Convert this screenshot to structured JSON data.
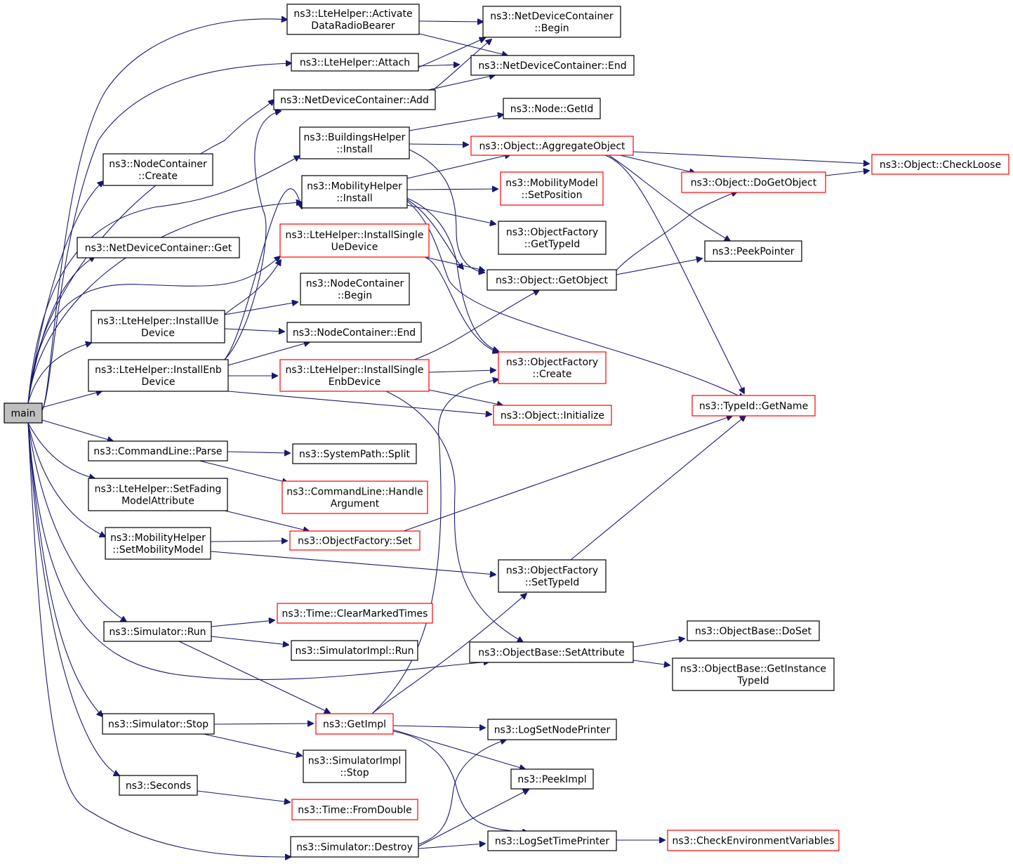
{
  "colors": {
    "edge": "#191970",
    "node_border": "#000000",
    "truncated_border": "#ff0000",
    "root_fill": "#bfbfbf",
    "background": "#ffffff"
  },
  "nodes": {
    "main": {
      "lines": [
        "main"
      ],
      "root": true
    },
    "activate": {
      "lines": [
        "ns3::LteHelper::Activate",
        "DataRadioBearer"
      ]
    },
    "attach": {
      "lines": [
        "ns3::LteHelper::Attach"
      ]
    },
    "ndc_add": {
      "lines": [
        "ns3::NetDeviceContainer::Add"
      ]
    },
    "ndc_begin": {
      "lines": [
        "ns3::NetDeviceContainer",
        "::Begin"
      ]
    },
    "ndc_end": {
      "lines": [
        "ns3::NetDeviceContainer::End"
      ]
    },
    "node_getid": {
      "lines": [
        "ns3::Node::GetId"
      ]
    },
    "bh_install": {
      "lines": [
        "ns3::BuildingsHelper",
        "::Install"
      ]
    },
    "nc_create": {
      "lines": [
        "ns3::NodeContainer",
        "::Create"
      ]
    },
    "agg": {
      "lines": [
        "ns3::Object::AggregateObject"
      ],
      "truncated": true
    },
    "checkloose": {
      "lines": [
        "ns3::Object::CheckLoose"
      ],
      "truncated": true
    },
    "mh_install": {
      "lines": [
        "ns3::MobilityHelper",
        "::Install"
      ]
    },
    "dogetobject": {
      "lines": [
        "ns3::Object::DoGetObject"
      ],
      "truncated": true
    },
    "mm_setpos": {
      "lines": [
        "ns3::MobilityModel",
        "::SetPosition"
      ],
      "truncated": true
    },
    "ndc_get": {
      "lines": [
        "ns3::NetDeviceContainer::Get"
      ]
    },
    "isue": {
      "lines": [
        "ns3::LteHelper::InstallSingle",
        "UeDevice"
      ],
      "truncated": true
    },
    "of_gettypeid": {
      "lines": [
        "ns3::ObjectFactory",
        "::GetTypeId"
      ]
    },
    "peekpointer": {
      "lines": [
        "ns3::PeekPointer"
      ]
    },
    "getobject": {
      "lines": [
        "ns3::Object::GetObject"
      ]
    },
    "nc_begin": {
      "lines": [
        "ns3::NodeContainer",
        "::Begin"
      ]
    },
    "installue": {
      "lines": [
        "ns3::LteHelper::InstallUe",
        "Device"
      ]
    },
    "nc_end": {
      "lines": [
        "ns3::NodeContainer::End"
      ]
    },
    "installenb": {
      "lines": [
        "ns3::LteHelper::InstallEnb",
        "Device"
      ]
    },
    "isenb": {
      "lines": [
        "ns3::LteHelper::InstallSingle",
        "EnbDevice"
      ],
      "truncated": true
    },
    "of_create": {
      "lines": [
        "ns3::ObjectFactory",
        "::Create"
      ],
      "truncated": true
    },
    "getname": {
      "lines": [
        "ns3::TypeId::GetName"
      ],
      "truncated": true
    },
    "initialize": {
      "lines": [
        "ns3::Object::Initialize"
      ],
      "truncated": true
    },
    "cl_parse": {
      "lines": [
        "ns3::CommandLine::Parse"
      ]
    },
    "sp_split": {
      "lines": [
        "ns3::SystemPath::Split"
      ]
    },
    "setfading": {
      "lines": [
        "ns3::LteHelper::SetFading",
        "ModelAttribute"
      ]
    },
    "cl_handle": {
      "lines": [
        "ns3::CommandLine::Handle",
        "Argument"
      ],
      "truncated": true
    },
    "mh_setmob": {
      "lines": [
        "ns3::MobilityHelper",
        "::SetMobilityModel"
      ]
    },
    "of_set": {
      "lines": [
        "ns3::ObjectFactory::Set"
      ],
      "truncated": true
    },
    "of_settypeid": {
      "lines": [
        "ns3::ObjectFactory",
        "::SetTypeId"
      ]
    },
    "clearmarked": {
      "lines": [
        "ns3::Time::ClearMarkedTimes"
      ],
      "truncated": true
    },
    "sim_run": {
      "lines": [
        "ns3::Simulator::Run"
      ]
    },
    "ob_doset": {
      "lines": [
        "ns3::ObjectBase::DoSet"
      ]
    },
    "simimpl_run": {
      "lines": [
        "ns3::SimulatorImpl::Run"
      ]
    },
    "ob_setattr": {
      "lines": [
        "ns3::ObjectBase::SetAttribute"
      ]
    },
    "ob_getinst": {
      "lines": [
        "ns3::ObjectBase::GetInstance",
        "TypeId"
      ]
    },
    "sim_stop": {
      "lines": [
        "ns3::Simulator::Stop"
      ]
    },
    "getimpl": {
      "lines": [
        "ns3::GetImpl"
      ],
      "truncated": true
    },
    "lognode": {
      "lines": [
        "ns3::LogSetNodePrinter"
      ]
    },
    "simimpl_stop": {
      "lines": [
        "ns3::SimulatorImpl",
        "::Stop"
      ]
    },
    "seconds": {
      "lines": [
        "ns3::Seconds"
      ]
    },
    "peekimpl": {
      "lines": [
        "ns3::PeekImpl"
      ]
    },
    "fromdouble": {
      "lines": [
        "ns3::Time::FromDouble"
      ],
      "truncated": true
    },
    "sim_destroy": {
      "lines": [
        "ns3::Simulator::Destroy"
      ]
    },
    "logtime": {
      "lines": [
        "ns3::LogSetTimePrinter"
      ]
    },
    "checkenv": {
      "lines": [
        "ns3::CheckEnvironmentVariables"
      ],
      "truncated": true
    }
  }
}
